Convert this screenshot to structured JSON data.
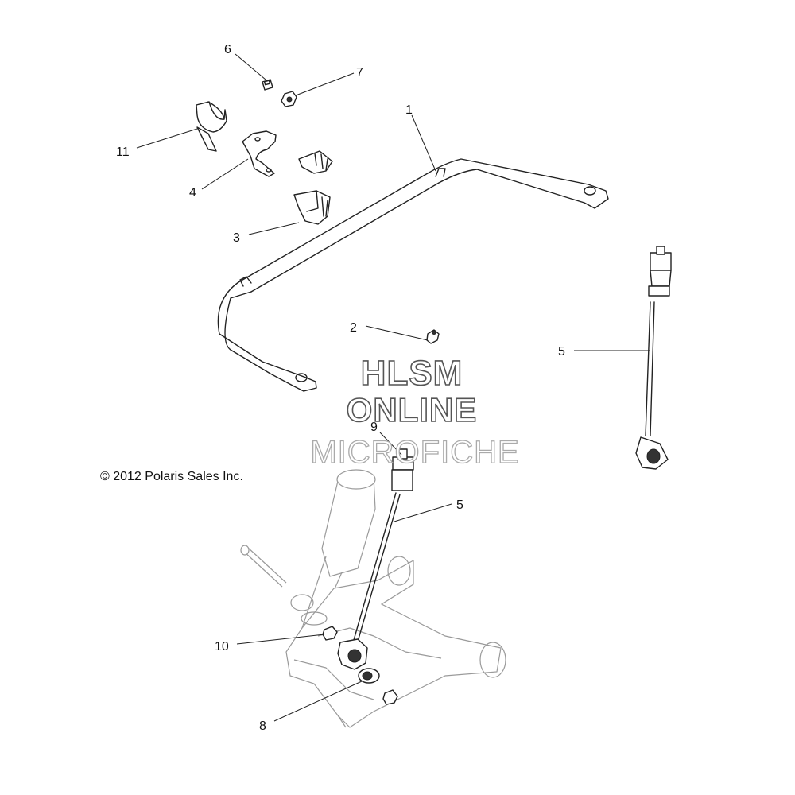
{
  "callouts": {
    "c1": "1",
    "c2": "2",
    "c3": "3",
    "c4": "4",
    "c5a": "5",
    "c5b": "5",
    "c6": "6",
    "c7": "7",
    "c8": "8",
    "c9": "9",
    "c10": "10",
    "c11": "11"
  },
  "copyright": "© 2012 Polaris Sales Inc.",
  "watermark": {
    "line1": "HLSM",
    "line2": "ONLINE",
    "line3": "MICROFICHE"
  }
}
